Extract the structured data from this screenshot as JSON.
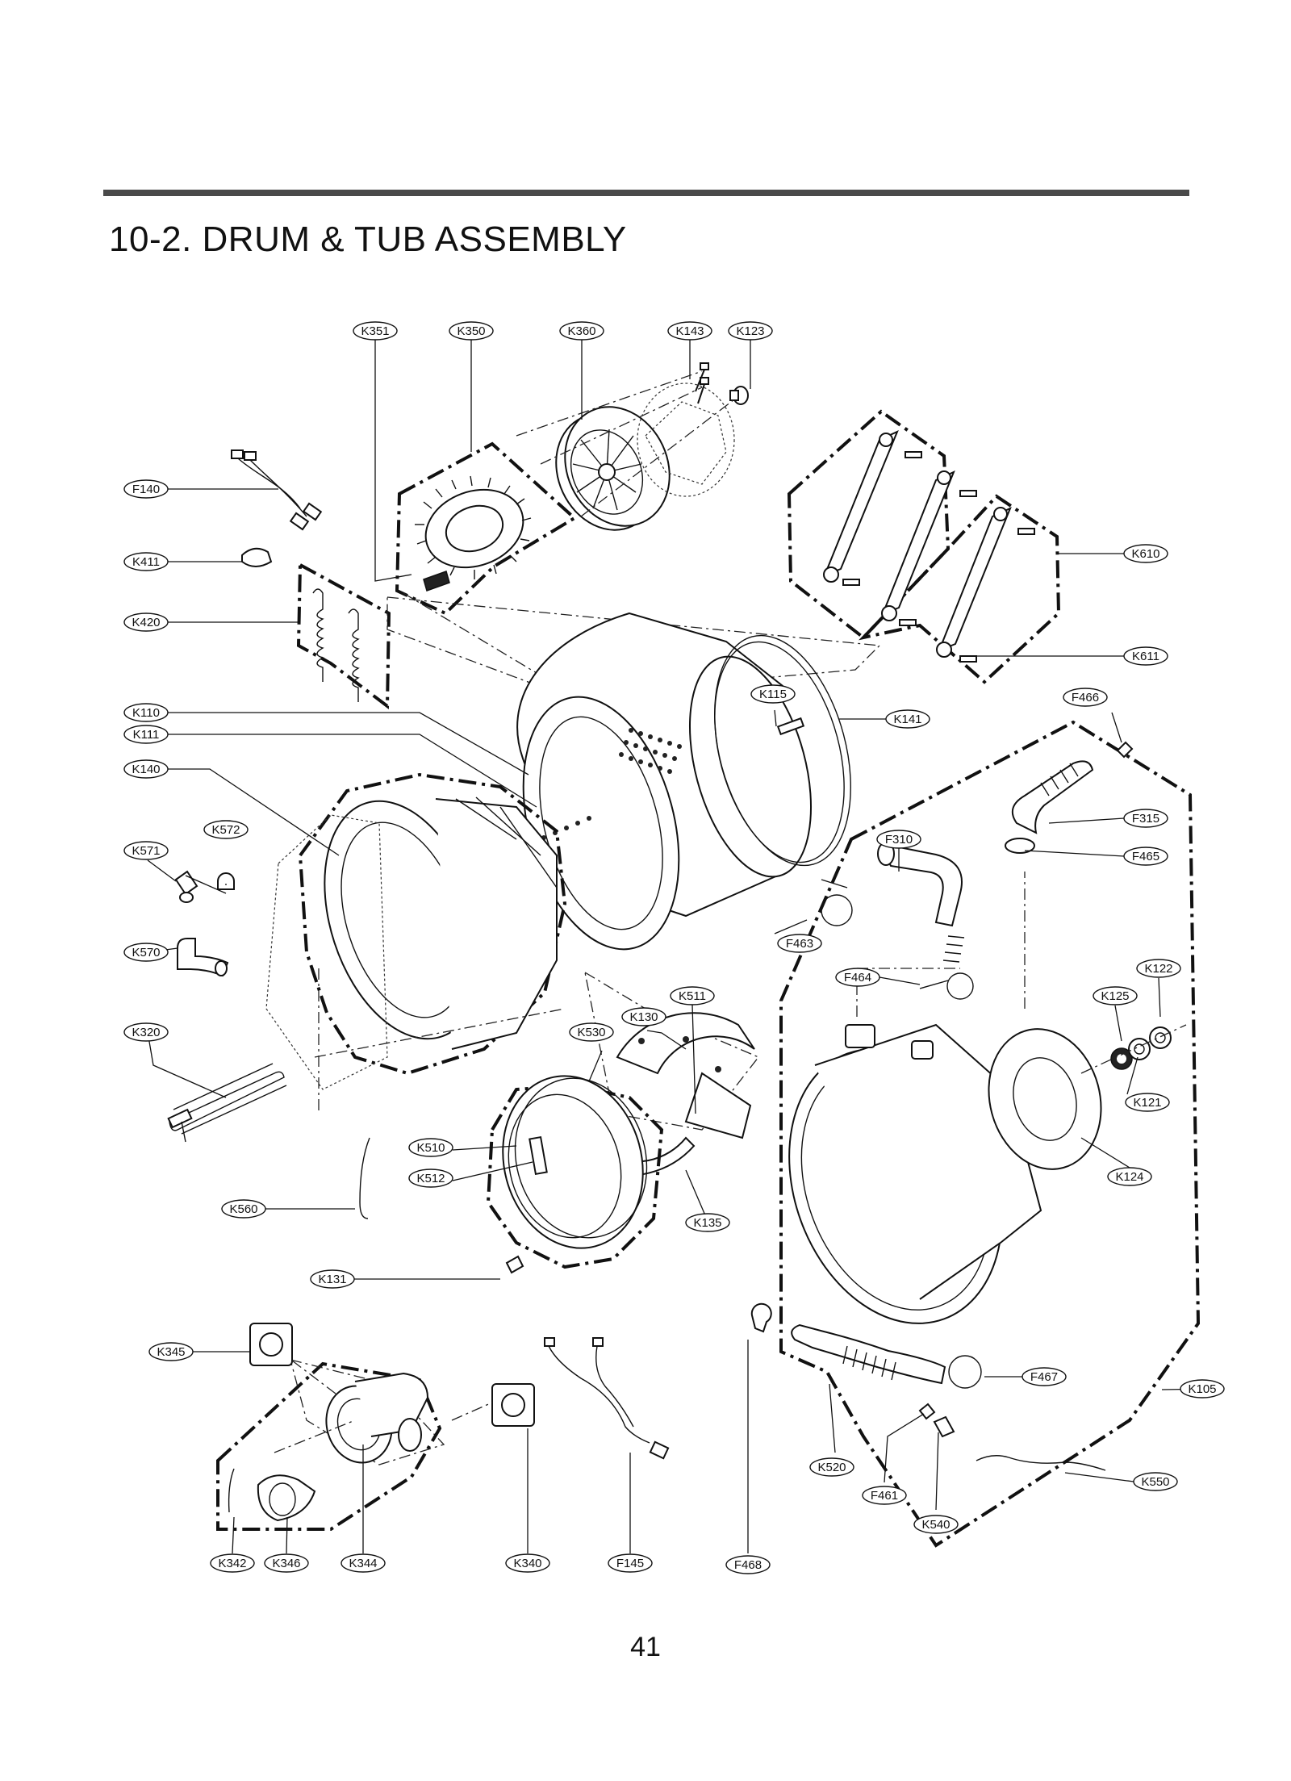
{
  "header": {
    "title": "10-2.  DRUM & TUB ASSEMBLY"
  },
  "footer": {
    "page_number": "41"
  },
  "diagram": {
    "part_labels": [
      "K351",
      "K350",
      "K360",
      "K143",
      "K123",
      "F140",
      "K411",
      "K420",
      "K610",
      "K611",
      "K110",
      "K111",
      "K140",
      "K115",
      "K141",
      "F466",
      "K571",
      "K572",
      "K570",
      "F315",
      "F310",
      "F465",
      "F463",
      "F464",
      "K122",
      "K125",
      "K121",
      "K124",
      "K320",
      "K511",
      "K130",
      "K530",
      "K510",
      "K512",
      "K560",
      "K135",
      "K131",
      "K345",
      "F467",
      "K105",
      "K520",
      "F461",
      "K540",
      "K550",
      "K342",
      "K346",
      "K344",
      "K340",
      "F145",
      "F468"
    ]
  }
}
